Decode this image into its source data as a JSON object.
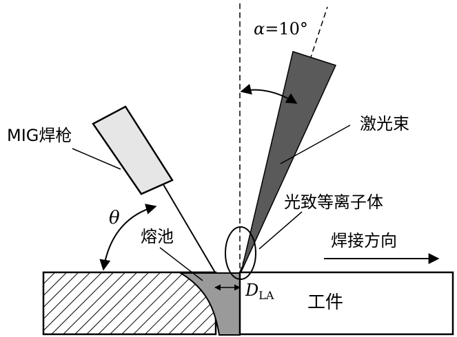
{
  "labels": {
    "alpha_symbol": "α",
    "alpha_value": "=10°",
    "laser_beam": "激光束",
    "mig_torch": "MIG焊枪",
    "plasma": "光致等离子体",
    "theta": "θ",
    "weld_pool": "熔池",
    "welding_direction": "焊接方向",
    "d_main": "D",
    "d_sub": "LA",
    "workpiece": "工件"
  },
  "colors": {
    "laser": "#5a5a5a",
    "torch_body": "#e6e6e6",
    "weld_pool": "#9a9a9a",
    "stroke": "#000000"
  }
}
